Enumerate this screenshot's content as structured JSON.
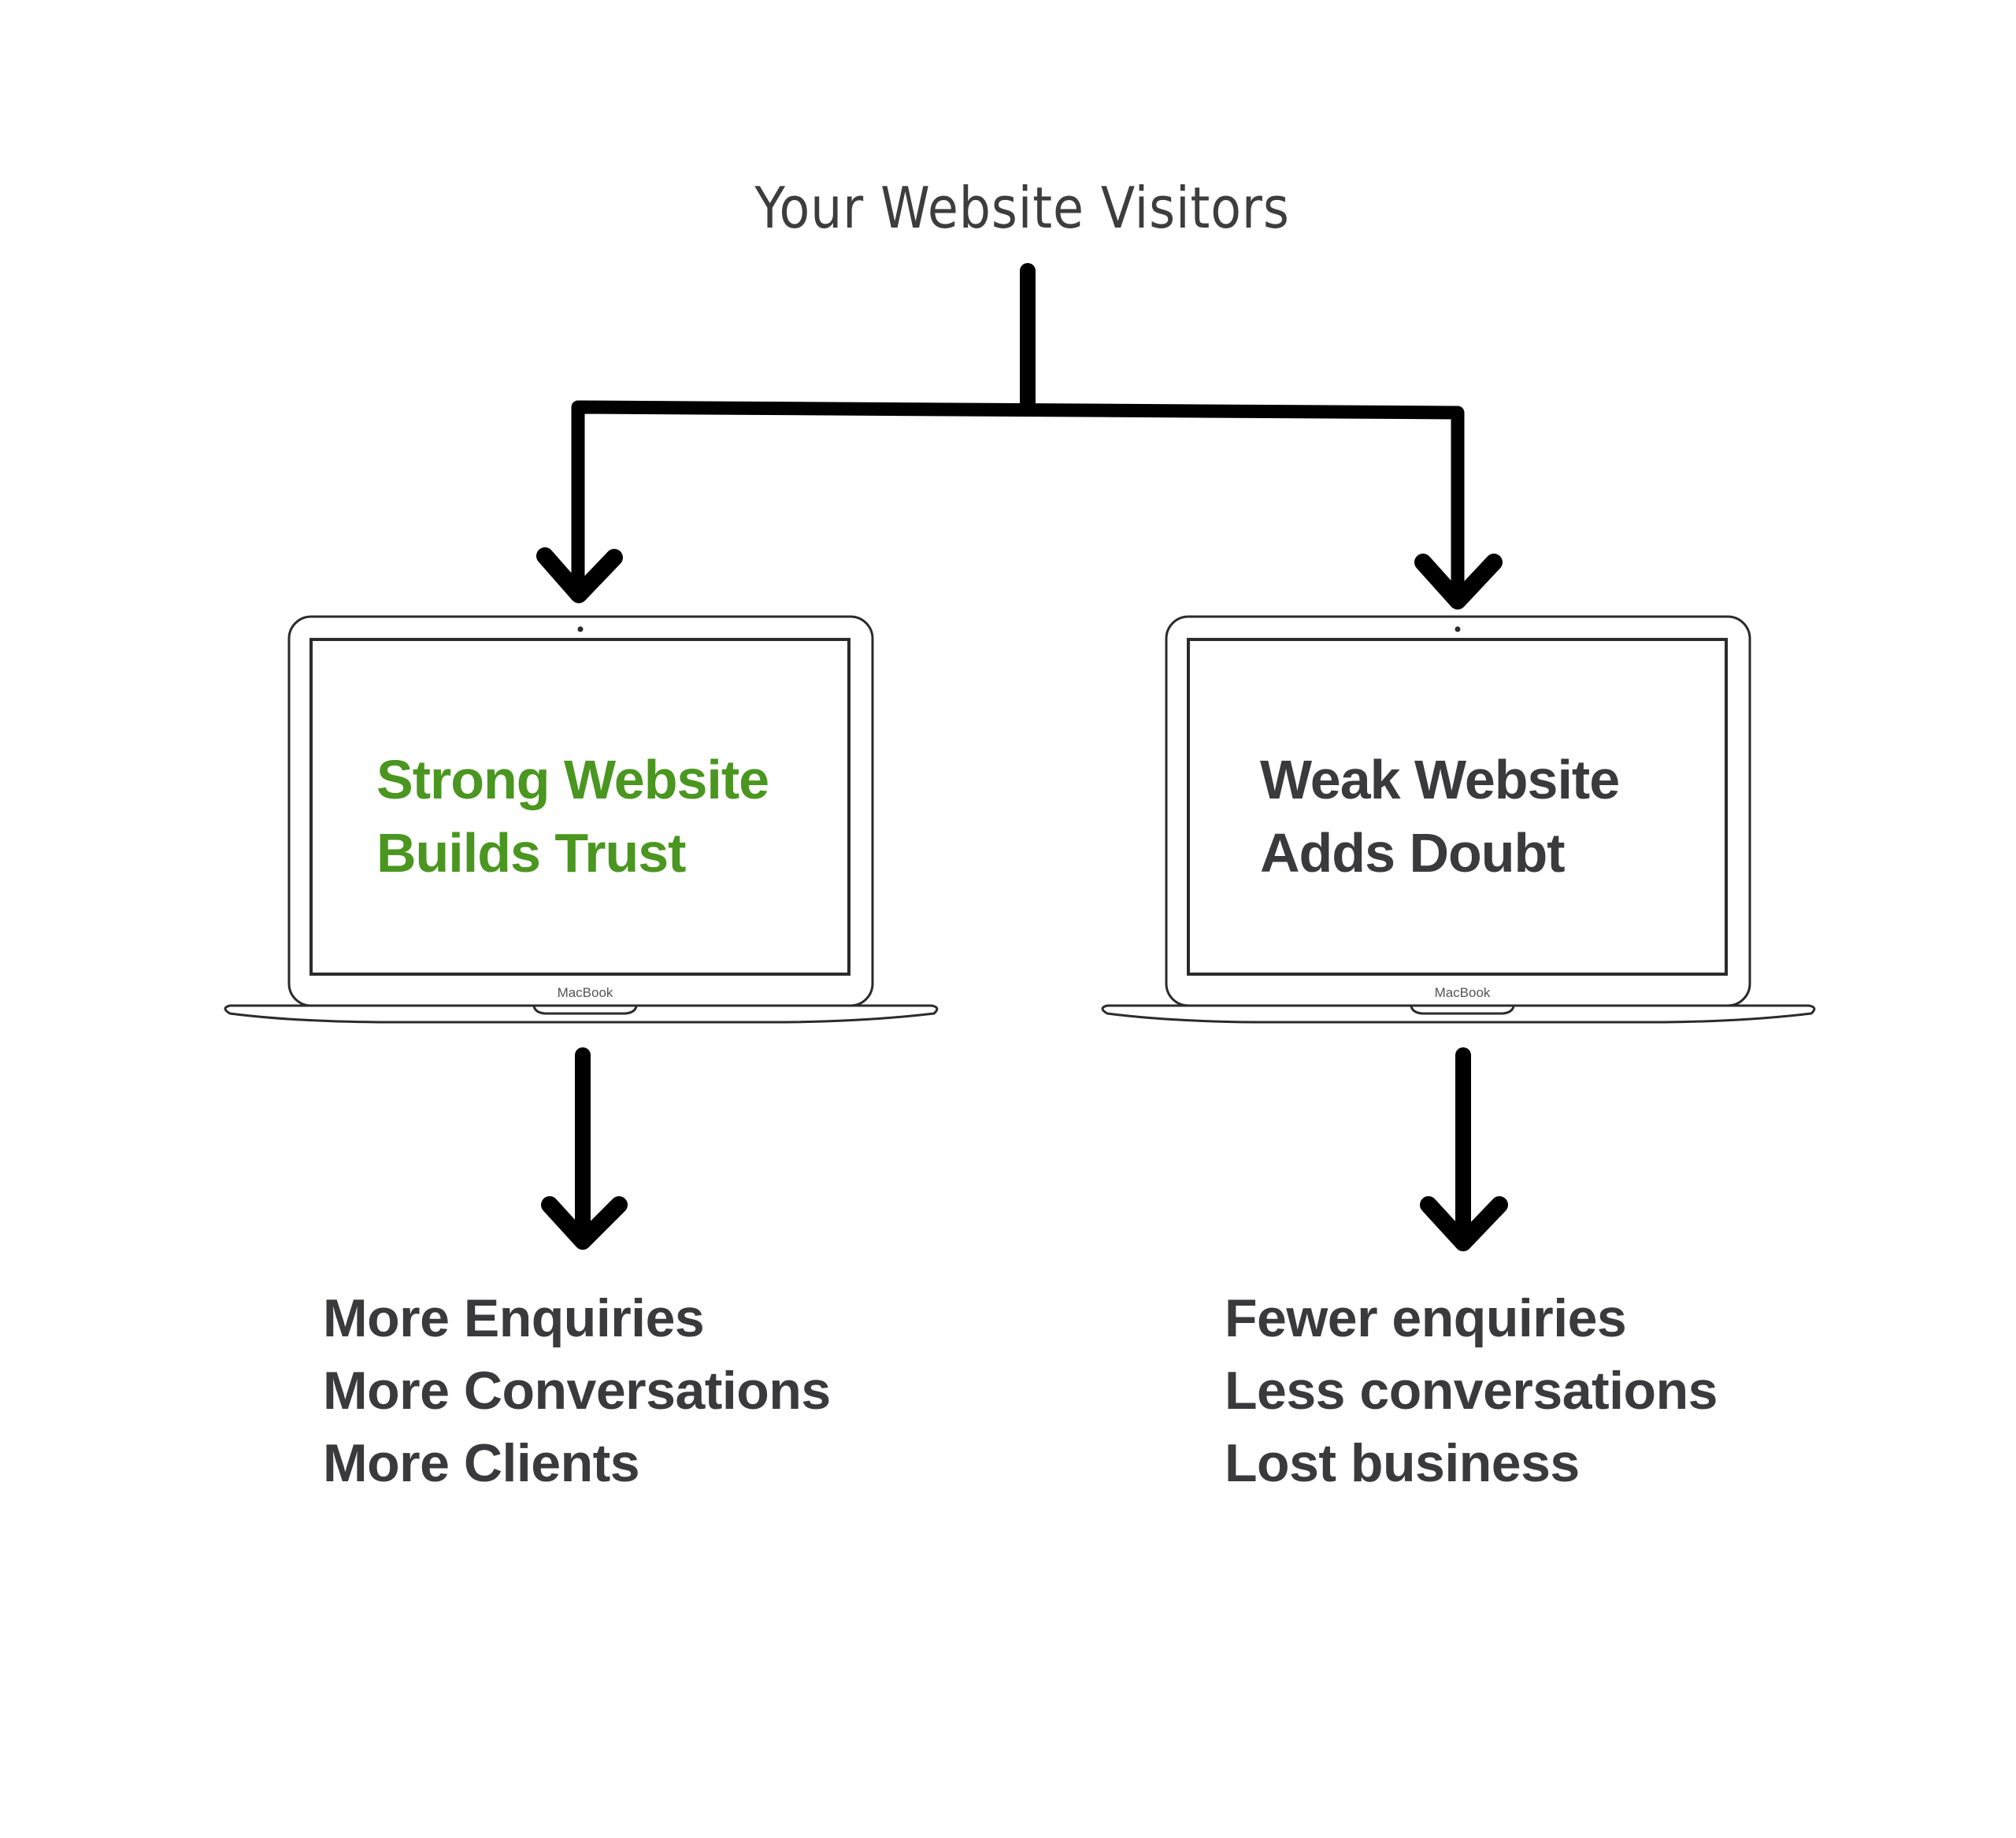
{
  "title": "Your Website Visitors",
  "branches": [
    {
      "id": "strong",
      "screen_lines": [
        "Strong Website",
        "Builds Trust"
      ],
      "screen_text_color": "#4a9620",
      "device_label": "MacBook",
      "outcomes": [
        "More Enquiries",
        "More Conversations",
        "More Clients"
      ]
    },
    {
      "id": "weak",
      "screen_lines": [
        "Weak Website",
        "Adds Doubt"
      ],
      "screen_text_color": "#3a3a3c",
      "device_label": "MacBook",
      "outcomes": [
        "Fewer enquiries",
        "Less conversations",
        "Lost business"
      ]
    }
  ],
  "colors": {
    "background": "#ffffff",
    "arrows": "#000000",
    "text": "#3a3a3c",
    "accent_green": "#4a9620",
    "laptop_outline": "#2b2b2b"
  }
}
